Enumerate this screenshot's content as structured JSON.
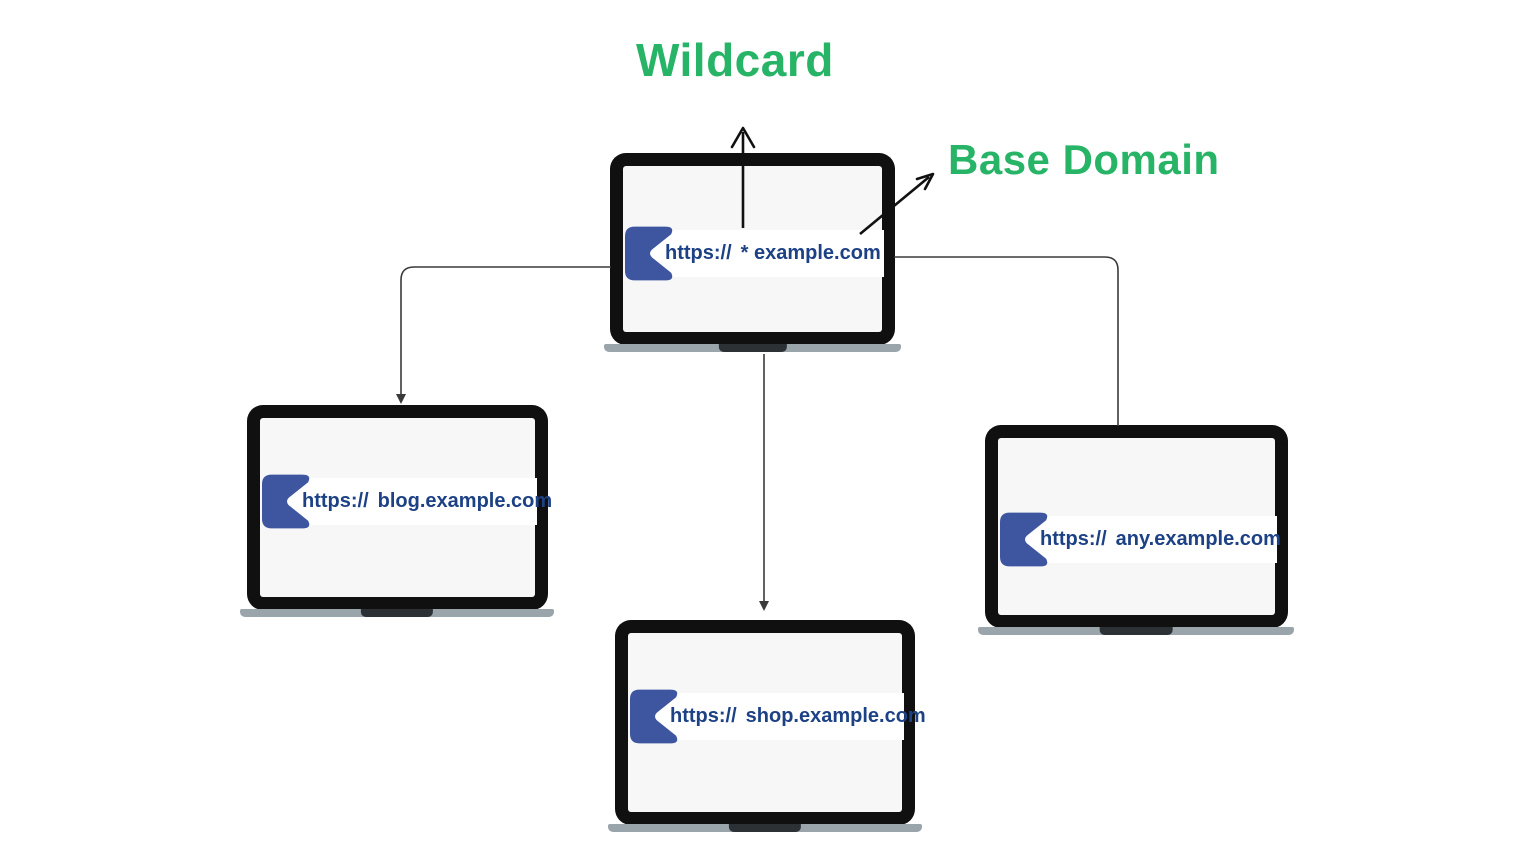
{
  "labels": {
    "wildcard": "Wildcard",
    "base_domain": "Base Domain"
  },
  "laptops": [
    {
      "id": "wildcard",
      "url_prefix": "https://",
      "url_domain": "* example.com"
    },
    {
      "id": "blog",
      "url_prefix": "https://",
      "url_domain": "blog.example.com"
    },
    {
      "id": "shop",
      "url_prefix": "https://",
      "url_domain": "shop.example.com"
    },
    {
      "id": "any",
      "url_prefix": "https://",
      "url_domain": "any.example.com"
    }
  ],
  "icons": {
    "browser_tag": "chevron-tag-icon",
    "up_arrow": "arrow-up-icon",
    "diagonal_arrow": "arrow-up-right-icon"
  },
  "colors": {
    "heading_green": "#27b467",
    "browser_icon_blue": "#3e56a0",
    "url_text_navy": "#1d4185",
    "laptop_bezel": "#101010",
    "laptop_screen": "#f7f7f8",
    "laptop_base_silver": "#9aa4ab",
    "connector_line": "#3a3a3a"
  }
}
